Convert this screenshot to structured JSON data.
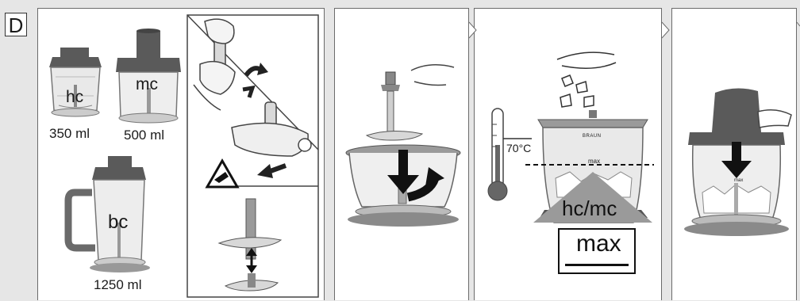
{
  "section_letter": "D",
  "accessories": {
    "hc": {
      "label": "hc",
      "volume": "350 ml"
    },
    "mc": {
      "label": "mc",
      "volume": "500 ml"
    },
    "bc": {
      "label": "bc",
      "volume": "1250 ml"
    }
  },
  "temperature": {
    "label": "70°C"
  },
  "bowl_brand": "BRAUN",
  "fill_line": {
    "label": "max"
  },
  "callout": {
    "models": "hc/mc",
    "level": "max"
  },
  "bowl_level_mark": "max",
  "colors": {
    "background": "#e6e6e6",
    "panel": "#ffffff",
    "dark_gray": "#5a5a5a",
    "mid_gray": "#9a9a9a",
    "light_gray": "#d4d4d4",
    "ink": "#1a1a1a"
  }
}
